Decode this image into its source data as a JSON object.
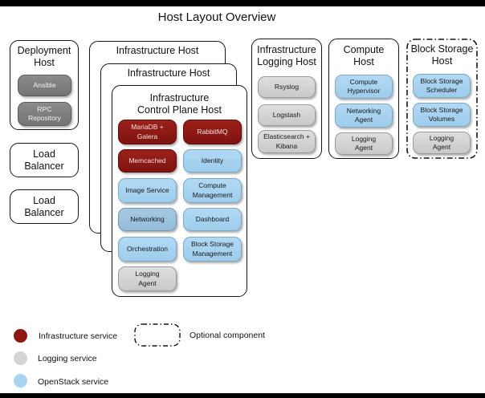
{
  "page_title": "Host Layout Overview",
  "colors": {
    "infrastructure_service": "#8E1712",
    "logging_service": "#D4D4D4",
    "openstack_service": "#A9D4F1",
    "openstack_service_dark": "#9CC2DD",
    "deployment_tool": "#7E7E7E",
    "border": "#151515",
    "top_bottom_bars": "#000000"
  },
  "hosts": {
    "deployment": {
      "title": "Deployment\nHost",
      "services": [
        {
          "label": "Ansible",
          "type": "deploy"
        },
        {
          "label": "RPC\nRepository",
          "type": "deploy"
        }
      ]
    },
    "load_balancer_1": {
      "title": "Load\nBalancer"
    },
    "load_balancer_2": {
      "title": "Load\nBalancer"
    },
    "infrastructure_host_back": {
      "title": "Infrastructure Host"
    },
    "infrastructure_host_middle": {
      "title": "Infrastructure Host"
    },
    "control_plane": {
      "title": "Infrastructure\nControl Plane Host",
      "column_left": [
        {
          "label": "MariaDB +\nGalera",
          "type": "infrastructure"
        },
        {
          "label": "Memcached",
          "type": "infrastructure"
        },
        {
          "label": "Image Service",
          "type": "openstack"
        },
        {
          "label": "Networking",
          "type": "openstack-dark"
        },
        {
          "label": "Orchestration",
          "type": "openstack"
        },
        {
          "label": "Logging\nAgent",
          "type": "logging"
        }
      ],
      "column_right": [
        {
          "label": "RabbitMQ",
          "type": "infrastructure"
        },
        {
          "label": "Identity",
          "type": "openstack"
        },
        {
          "label": "Compute\nManagement",
          "type": "openstack"
        },
        {
          "label": "Dashboard",
          "type": "openstack"
        },
        {
          "label": "Block Storage\nManagement",
          "type": "openstack"
        }
      ]
    },
    "logging_host": {
      "title": "Infrastructure\nLogging Host",
      "services": [
        {
          "label": "Rsyslog",
          "type": "logging"
        },
        {
          "label": "Logstash",
          "type": "logging"
        },
        {
          "label": "Elasticsearch +\nKibana",
          "type": "logging"
        }
      ]
    },
    "compute_host": {
      "title": "Compute\nHost",
      "services": [
        {
          "label": "Compute\nHypervisor",
          "type": "openstack"
        },
        {
          "label": "Networking\nAgent",
          "type": "openstack"
        },
        {
          "label": "Logging\nAgent",
          "type": "logging"
        }
      ]
    },
    "block_storage_host": {
      "title": "Block Storage\nHost",
      "optional": true,
      "services": [
        {
          "label": "Block Storage\nScheduler",
          "type": "openstack"
        },
        {
          "label": "Block Storage\nVolumes",
          "type": "openstack"
        },
        {
          "label": "Logging\nAgent",
          "type": "logging"
        }
      ]
    }
  },
  "legend": {
    "items": [
      {
        "swatch": "circle",
        "color": "#8E1712",
        "label": "Infrastructure service"
      },
      {
        "swatch": "circle",
        "color": "#D4D4D4",
        "label": "Logging service"
      },
      {
        "swatch": "circle",
        "color": "#A9D4F1",
        "label": "OpenStack service"
      },
      {
        "swatch": "dash-dot-box",
        "label": "Optional component"
      }
    ]
  }
}
